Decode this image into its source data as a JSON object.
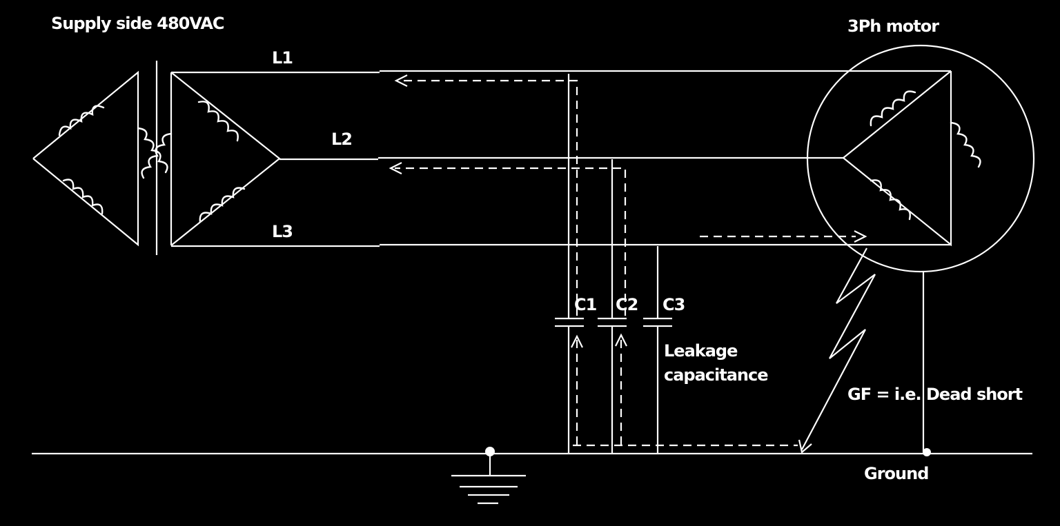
{
  "labels": {
    "supply_title": "Supply side 480VAC",
    "motor_title": "3Ph motor",
    "line_l1": "L1",
    "line_l2": "L2",
    "line_l3": "L3",
    "cap_c1": "C1",
    "cap_c2": "C2",
    "cap_c3": "C3",
    "leakage_line1": "Leakage",
    "leakage_line2": "capacitance",
    "fault_note": "GF = i.e. Dead short",
    "ground_label": "Ground"
  },
  "colors": {
    "background": "#000000",
    "foreground": "#ffffff"
  }
}
